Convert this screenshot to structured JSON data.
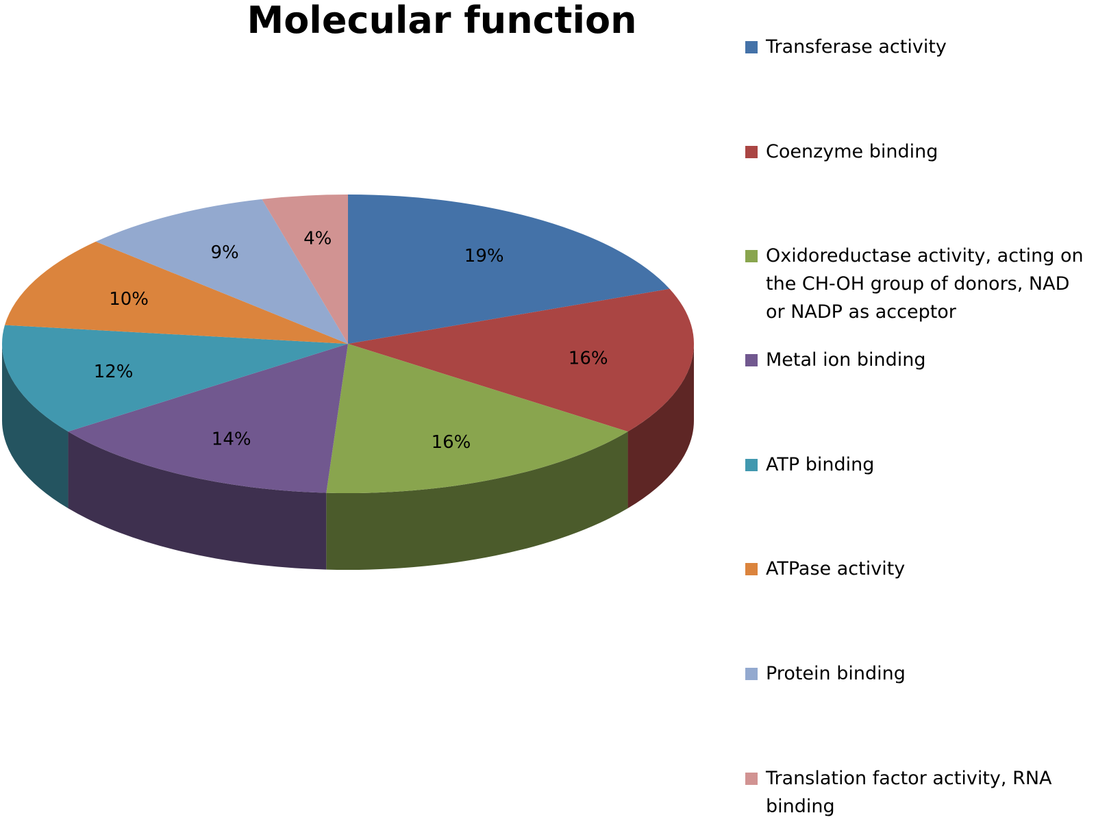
{
  "chart_data": {
    "type": "pie",
    "title": "Molecular function",
    "legend_position": "right",
    "three_d": true,
    "slices": [
      {
        "name": "Transferase activity",
        "value": 19,
        "label": "19%",
        "color": "#4472A8"
      },
      {
        "name": "Coenzyme binding",
        "value": 16,
        "label": "16%",
        "color": "#AA4543"
      },
      {
        "name": "Oxidoreductase activity, acting on the CH-OH group of donors, NAD or NADP as acceptor",
        "value": 16,
        "label": "16%",
        "color": "#89A54E"
      },
      {
        "name": "Metal ion binding",
        "value": 14,
        "label": "14%",
        "color": "#71588F"
      },
      {
        "name": "ATP binding",
        "value": 12,
        "label": "12%",
        "color": "#4198AF"
      },
      {
        "name": "ATPase activity",
        "value": 10,
        "label": "10%",
        "color": "#DB843D"
      },
      {
        "name": "Protein binding",
        "value": 9,
        "label": "9%",
        "color": "#93A9CF"
      },
      {
        "name": "Translation factor activity, RNA binding",
        "value": 4,
        "label": "4%",
        "color": "#D19392"
      }
    ]
  }
}
